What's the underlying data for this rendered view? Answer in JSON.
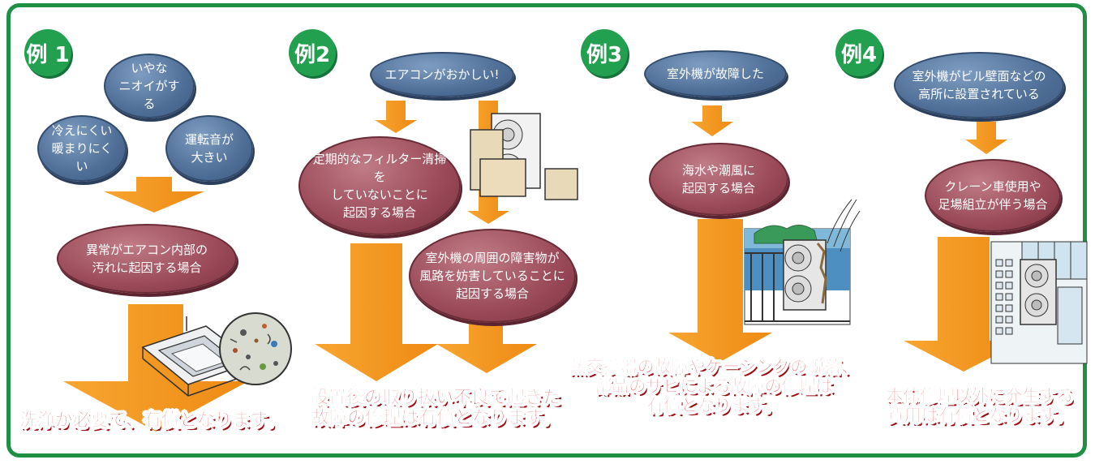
{
  "colors": {
    "frame": "#1f8f44",
    "badge": "#22a050",
    "arrow": "#f39a1f",
    "blue_bubble": "#4f6f98",
    "red_bubble": "#9a4a58",
    "outro": "#d8181f"
  },
  "ex1": {
    "badge": "例 1",
    "bubble_odor": "いやな\nニオイがする",
    "bubble_temp": "冷えにくい\n暖まりにくい",
    "bubble_noise": "運転音が\n大きい",
    "cause": "異常がエアコン内部の\n汚れに起因する場合",
    "result": "洗浄が必要で、有償となります。"
  },
  "ex2": {
    "badge": "例2",
    "symptom": "エアコンがおかしい!",
    "cause_filter": "定期的なフィルター清掃を\nしていないことに\n起因する場合",
    "cause_obstacle": "室外機の周囲の障害物が\n風路を妨害していることに\n起因する場合",
    "result": "設置後の取り扱い不良で起きた\n故障の修理は有償となります。"
  },
  "ex3": {
    "badge": "例3",
    "symptom": "室外機が故障した",
    "cause": "海水や潮風に\n起因する場合",
    "result": "熱交換器の故障やケーシングの脱落、\n部品のサビによる故障の修理は\n有償となります。"
  },
  "ex4": {
    "badge": "例4",
    "symptom": "室外機がビル壁面などの\n高所に設置されている",
    "cause": "クレーン車使用や\n足場組立が伴う場合",
    "result": "本体修理以外に発生する\n費用は有償となります。"
  }
}
